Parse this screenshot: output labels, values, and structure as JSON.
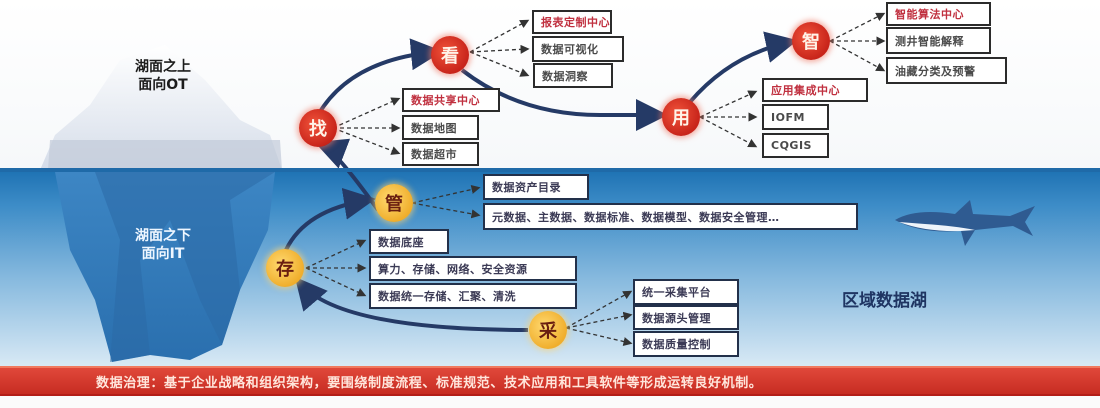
{
  "iceberg": {
    "above_line1": "湖面之上",
    "above_line2": "面向OT",
    "below_line1": "湖面之下",
    "below_line2": "面向IT"
  },
  "lake_label": "区域数据湖",
  "nodes": {
    "find": "找",
    "look": "看",
    "use": "用",
    "smart": "智",
    "manage": "管",
    "store": "存",
    "collect": "采"
  },
  "groups": {
    "look": [
      "报表定制中心",
      "数据可视化",
      "数据洞察"
    ],
    "find": [
      "数据共享中心",
      "数据地图",
      "数据超市"
    ],
    "use": [
      "应用集成中心",
      "IOFM",
      "CQGIS"
    ],
    "smart": [
      "智能算法中心",
      "测井智能解释",
      "油藏分类及预警"
    ],
    "manage": [
      "数据资产目录",
      "元数据、主数据、数据标准、数据模型、数据安全管理…"
    ],
    "store": [
      "数据底座",
      "算力、存储、网络、安全资源",
      "数据统一存储、汇聚、清洗"
    ],
    "collect": [
      "统一采集平台",
      "数据源头管理",
      "数据质量控制"
    ]
  },
  "banner": "数据治理：基于企业战略和组织架构，要围绕制度流程、标准规范、技术应用和工具软件等形成运转良好机制。",
  "colors": {
    "red_node": "#d2301f",
    "gold_node": "#f2b33a",
    "highlight_text": "#c0303f",
    "banner": "#d63a2e",
    "water": "#2f80c0",
    "arrow": "#253a66"
  }
}
